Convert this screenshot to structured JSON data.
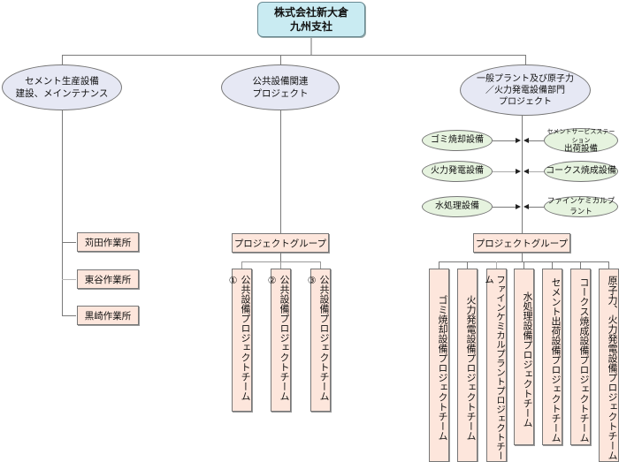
{
  "root": {
    "line1": "株式会社新大倉",
    "line2": "九州支社"
  },
  "divisions": [
    {
      "line1": "セメント生産設備",
      "line2": "建設、メインテナンス"
    },
    {
      "line1": "公共設備関連",
      "line2": "プロジェクト"
    },
    {
      "line1": "一般プラント及び原子力",
      "line2": "／火力発電設備部門",
      "line3": "プロジェクト"
    }
  ],
  "sites": [
    "苅田作業所",
    "東谷作業所",
    "黒崎作業所"
  ],
  "public_group": {
    "label": "プロジェクトグループ",
    "teams": [
      "公共設備プロジェクトチーム①",
      "公共設備プロジェクトチーム②",
      "公共設備プロジェクトチーム③"
    ]
  },
  "facilities": {
    "left": [
      "ゴミ焼却設備",
      "火力発電設備",
      "水処理設備"
    ],
    "right": [
      {
        "line1": "セメントサービスステーション",
        "line2": "出荷設備"
      },
      {
        "line1": "コークス焼成設備"
      },
      {
        "line1": "ファインケミカルプラント"
      }
    ]
  },
  "plant_group": {
    "label": "プロジェクトグループ",
    "teams": [
      "ゴミ焼却設備プロジェクトチーム",
      "火力発電設備プロジェクトチーム",
      "ファインケミカルプラントプロジェクトチーム",
      "水処理設備プロジェクトチーム",
      "セメント出荷設備プロジェクトチーム",
      "コークス焼成設備プロジェクトチーム",
      "原子力、火力発電設備プロジェクトチーム"
    ]
  }
}
